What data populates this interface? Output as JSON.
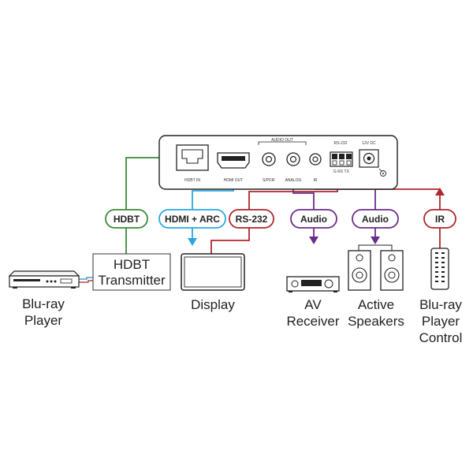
{
  "colors": {
    "hdbt": "#3a8a3a",
    "hdmi": "#29a8e0",
    "rs232": "#b0262e",
    "audio": "#6c2c8a",
    "ir": "#b0262e",
    "blu_ray_link": "#4aa0c8"
  },
  "unit": {
    "ports": {
      "hdbt_in": "HDBT IN",
      "hdmi_out": "HDMI OUT",
      "audio_out": "AUDIO OUT",
      "spdif": "S/PDIF",
      "analog": "ANALOG",
      "ir": "IR",
      "rs232": "RS-232",
      "rs232_pins": "G  RX  TX",
      "power": "12V DC"
    }
  },
  "connections": {
    "hdbt": "HDBT",
    "hdmi_arc": "HDMI + ARC",
    "rs232": "RS-232",
    "audio1": "Audio",
    "audio2": "Audio",
    "ir": "IR"
  },
  "devices": {
    "hdbt_transmitter": [
      "HDBT",
      "Transmitter"
    ],
    "blu_ray_player": [
      "Blu-ray",
      "Player"
    ],
    "display": [
      "Display"
    ],
    "av_receiver": [
      "AV",
      "Receiver"
    ],
    "active_speakers": [
      "Active",
      "Speakers"
    ],
    "blu_ray_control": [
      "Blu-ray",
      "Player",
      "Control"
    ]
  }
}
